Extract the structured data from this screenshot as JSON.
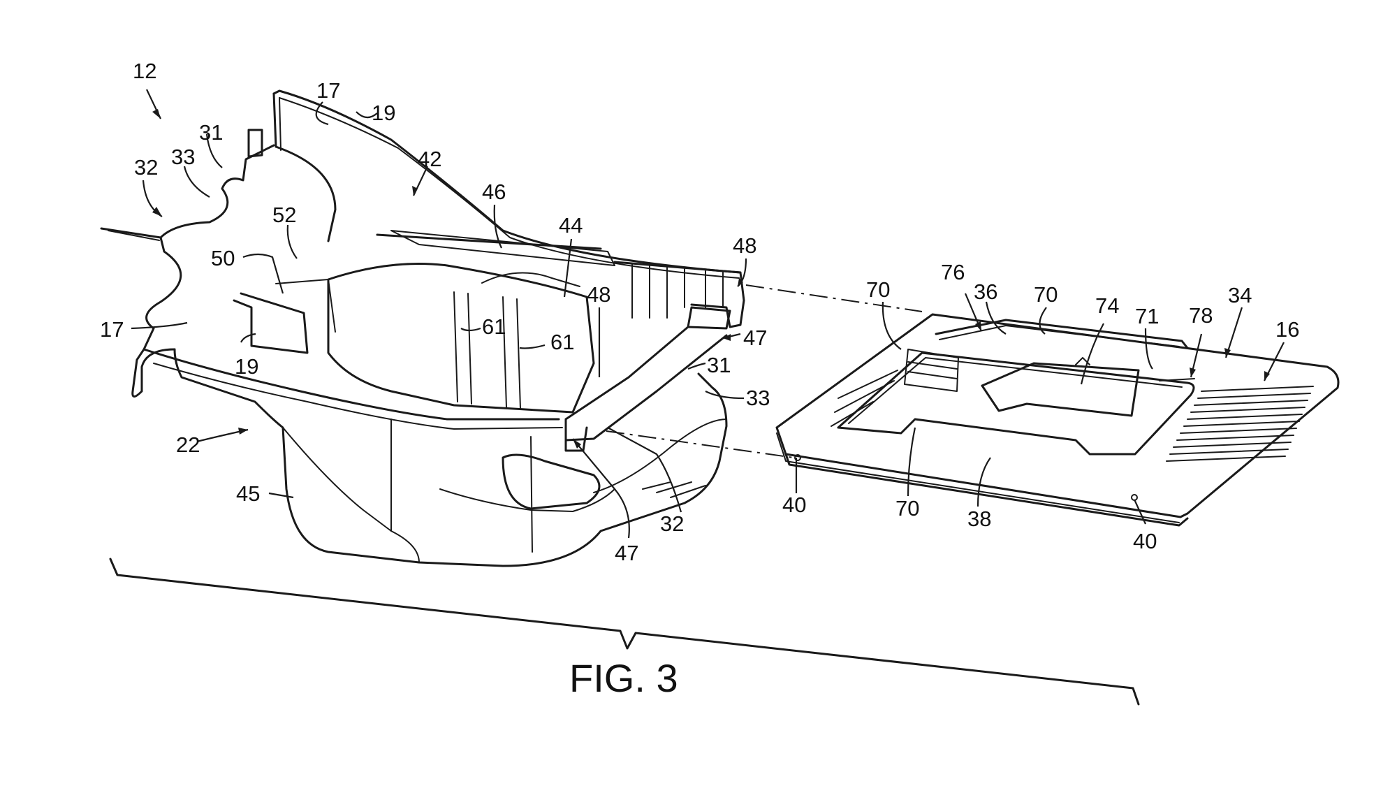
{
  "figure": {
    "caption": "FIG. 3",
    "ink_color": "#1a1a1a",
    "background": "#ffffff"
  },
  "refs": {
    "r12": "12",
    "r31a": "31",
    "r33a": "33",
    "r32a": "32",
    "r17a": "17",
    "r19a": "19",
    "r42": "42",
    "r46": "46",
    "r44": "44",
    "r48a": "48",
    "r48b": "48",
    "r47a": "47",
    "r52": "52",
    "r50": "50",
    "r17b": "17",
    "r19b": "19",
    "r61a": "61",
    "r61b": "61",
    "r31b": "31",
    "r33b": "33",
    "r22": "22",
    "r45": "45",
    "r47b": "47",
    "r32b": "32",
    "r70a": "70",
    "r76": "76",
    "r36": "36",
    "r70b": "70",
    "r74": "74",
    "r71": "71",
    "r78": "78",
    "r34": "34",
    "r16": "16",
    "r40a": "40",
    "r70c": "70",
    "r38": "38",
    "r40b": "40"
  }
}
